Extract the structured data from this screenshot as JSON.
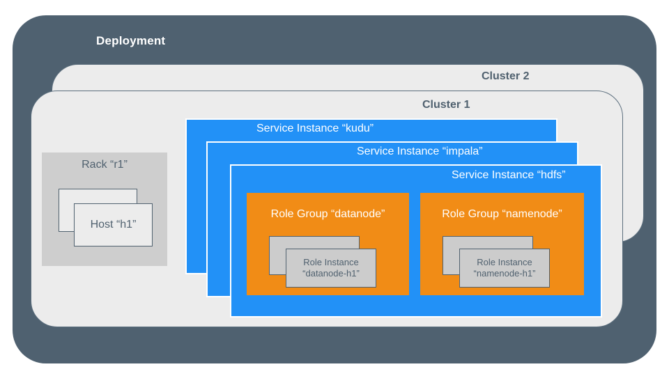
{
  "colors": {
    "deployment_bg": "#4F6170",
    "cluster_bg": "#ECECEC",
    "cluster_border": "#5B6E7D",
    "service_blue": "#2291F7",
    "rolegroup_orange": "#F18C16",
    "rack_gray": "#CECECE",
    "roleinstance_gray": "#CCCCCC",
    "text_dark": "#50616F",
    "text_light": "#FFFFFF"
  },
  "deployment": {
    "label": "Deployment"
  },
  "clusters": [
    {
      "id": "cluster2",
      "label": "Cluster 2"
    },
    {
      "id": "cluster1",
      "label": "Cluster 1"
    }
  ],
  "rack": {
    "label": "Rack “r1”",
    "hosts": [
      {
        "label": ""
      },
      {
        "label": "Host “h1”"
      }
    ]
  },
  "service_instances": [
    {
      "id": "kudu",
      "label": "Service Instance “kudu”"
    },
    {
      "id": "impala",
      "label": "Service Instance “impala”"
    },
    {
      "id": "hdfs",
      "label": "Service Instance “hdfs”"
    }
  ],
  "role_groups": [
    {
      "id": "datanode",
      "label": "Role Group “datanode”",
      "role_instances": [
        {
          "line1": "",
          "line2": ""
        },
        {
          "line1": "Role Instance",
          "line2": "“datanode-h1”"
        }
      ]
    },
    {
      "id": "namenode",
      "label": "Role Group “namenode”",
      "role_instances": [
        {
          "line1": "",
          "line2": ""
        },
        {
          "line1": "Role Instance",
          "line2": "“namenode-h1”"
        }
      ]
    }
  ]
}
